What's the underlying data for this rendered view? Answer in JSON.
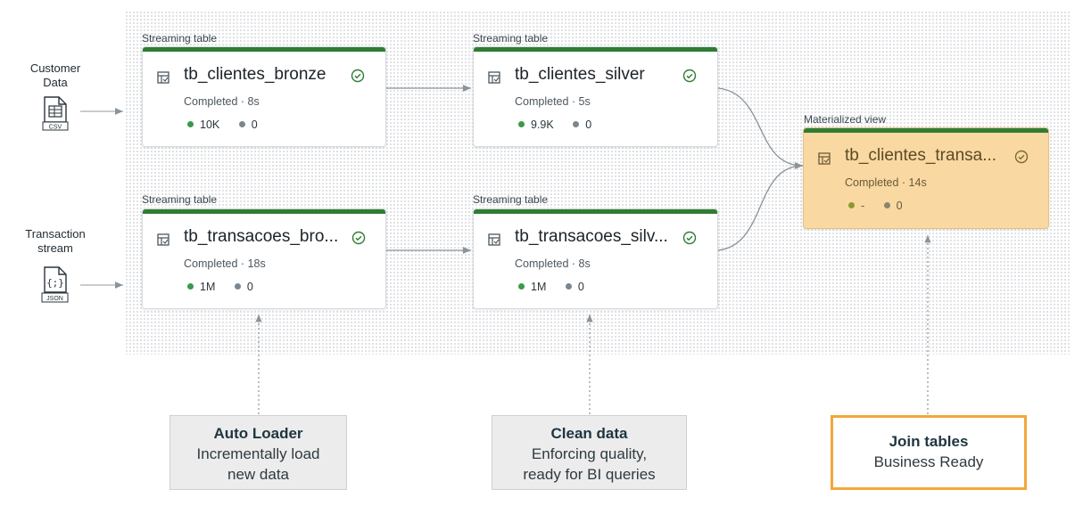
{
  "sources": {
    "customer": {
      "label_line1": "Customer",
      "label_line2": "Data",
      "file_type": "CSV",
      "icon": "csv-file-icon"
    },
    "transaction": {
      "label_line1": "Transaction",
      "label_line2": "stream",
      "file_type": "JSON",
      "icon": "json-file-icon"
    }
  },
  "nodes": [
    {
      "type_label": "Streaming table",
      "name": "tb_clientes_bronze",
      "status": "Completed · 8s",
      "metric_good": "10K",
      "metric_bad": "0"
    },
    {
      "type_label": "Streaming table",
      "name": "tb_clientes_silver",
      "status": "Completed · 5s",
      "metric_good": "9.9K",
      "metric_bad": "0"
    },
    {
      "type_label": "Streaming table",
      "name": "tb_transacoes_bro...",
      "status": "Completed · 18s",
      "metric_good": "1M",
      "metric_bad": "0"
    },
    {
      "type_label": "Streaming table",
      "name": "tb_transacoes_silv...",
      "status": "Completed · 8s",
      "metric_good": "1M",
      "metric_bad": "0"
    },
    {
      "type_label": "Materialized view",
      "name": "tb_clientes_transa...",
      "status": "Completed · 14s",
      "metric_good": "-",
      "metric_bad": "0"
    }
  ],
  "notes": {
    "auto_loader": {
      "title": "Auto Loader",
      "line1": "Incrementally load",
      "line2": "new data"
    },
    "clean_data": {
      "title": "Clean data",
      "line1": "Enforcing quality,",
      "line2": "ready for BI queries"
    },
    "join_tables": {
      "title": "Join tables",
      "line1": "Business Ready"
    }
  },
  "colors": {
    "status_bar": "#2f7d32",
    "materialized_bg": "#f9d8a2",
    "highlight_border": "#f3a73a",
    "success": "#3a9a4a"
  }
}
